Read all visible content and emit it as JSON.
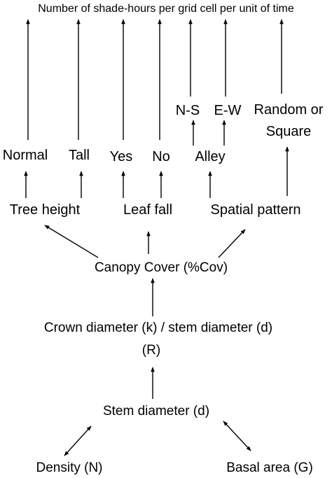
{
  "title": "Number of shade-hours per grid cell per unit of time",
  "nodes": {
    "normal": "Normal",
    "tall": "Tall",
    "yes": "Yes",
    "no": "No",
    "ns": "N-S",
    "ew": "E-W",
    "alley": "Alley",
    "random_or": "Random or",
    "square": "Square",
    "tree_height": "Tree height",
    "leaf_fall": "Leaf fall",
    "spatial_pattern": "Spatial pattern",
    "canopy_cover": "Canopy Cover (%Cov)",
    "crown_ratio_line1": "Crown diameter (k) / stem diameter (d)",
    "crown_ratio_line2": "(R)",
    "stem_diameter": "Stem diameter (d)",
    "density": "Density (N)",
    "basal_area": "Basal area (G)"
  },
  "colors": {
    "ink": "#000000",
    "background": "#ffffff"
  }
}
